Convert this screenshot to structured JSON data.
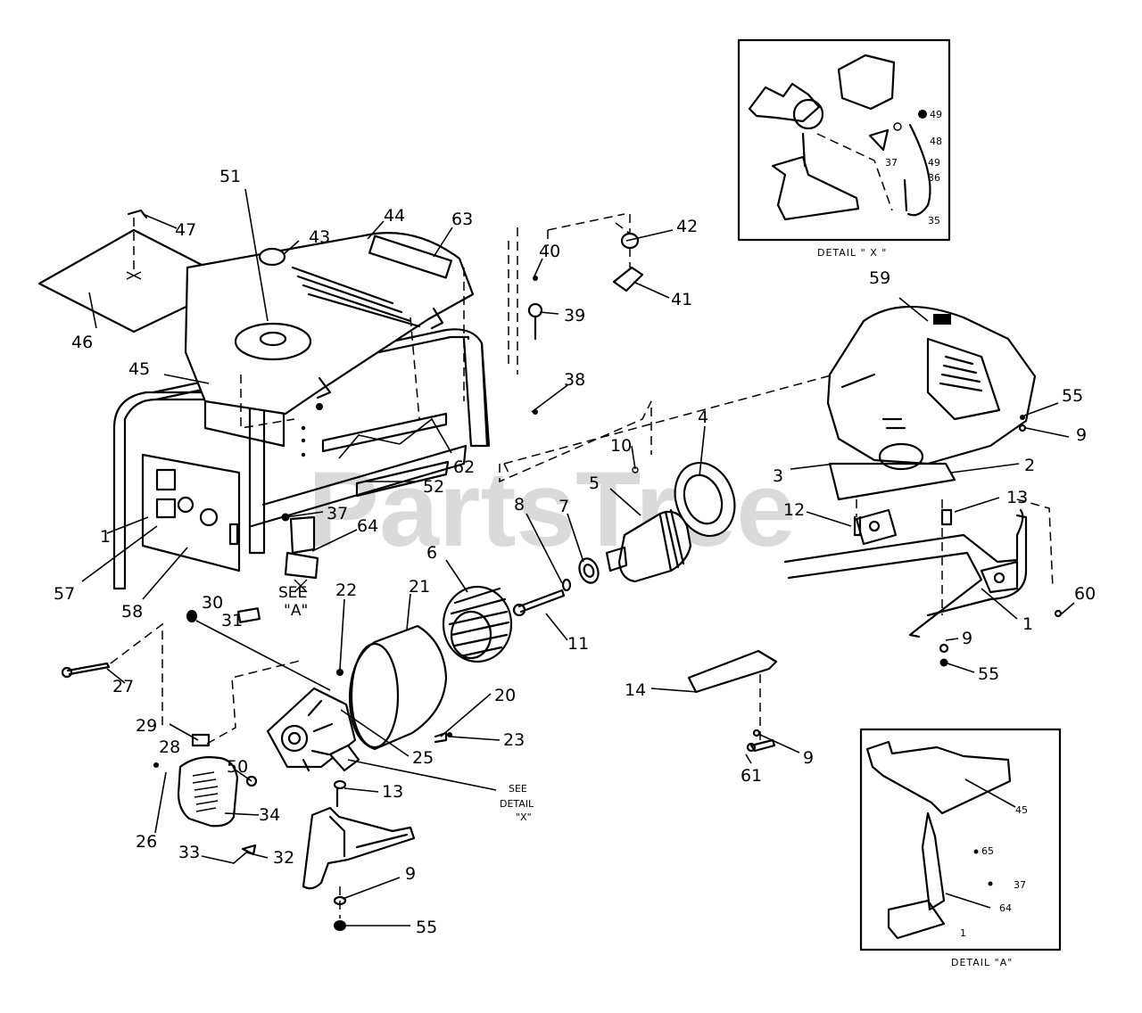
{
  "watermark": "PartsTree",
  "detail_x": {
    "caption": "DETAIL \" X \"",
    "labels": [
      "49",
      "48",
      "49",
      "36",
      "37",
      "35"
    ]
  },
  "detail_a": {
    "caption": "DETAIL \"A\"",
    "labels": [
      "45",
      "65",
      "37",
      "64",
      "1"
    ]
  },
  "see_a": [
    "SEE",
    "\"A\""
  ],
  "see_detail_x": [
    "SEE",
    "DETAIL",
    "\"X\""
  ],
  "callouts": [
    "1",
    "2",
    "3",
    "4",
    "5",
    "6",
    "7",
    "8",
    "9",
    "10",
    "11",
    "12",
    "13",
    "14",
    "20",
    "21",
    "22",
    "23",
    "25",
    "26",
    "27",
    "28",
    "29",
    "30",
    "31",
    "32",
    "33",
    "34",
    "37",
    "38",
    "39",
    "40",
    "41",
    "42",
    "43",
    "44",
    "45",
    "46",
    "47",
    "50",
    "51",
    "52",
    "55",
    "57",
    "58",
    "59",
    "60",
    "61",
    "62",
    "63",
    "64"
  ]
}
